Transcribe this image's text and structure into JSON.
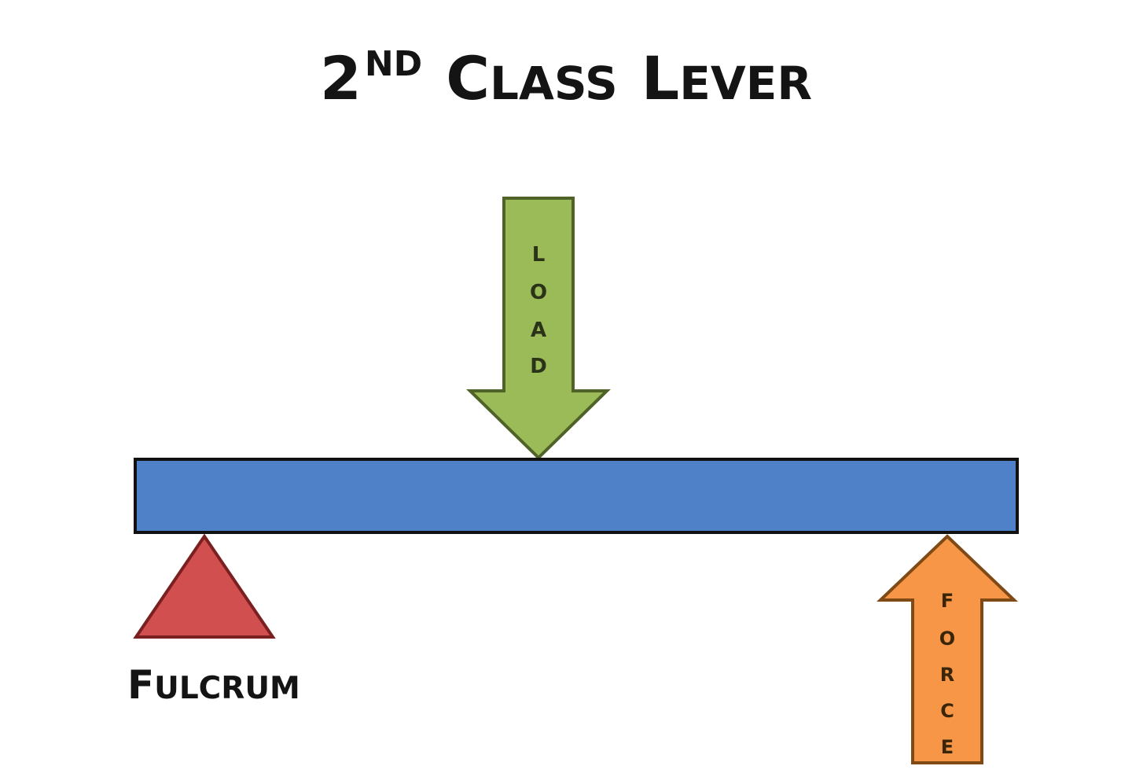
{
  "title": {
    "number": "2",
    "superscript": "ND",
    "word1_initial": "C",
    "word1_rest": "LASS",
    "word2_initial": "L",
    "word2_rest": "EVER"
  },
  "labels": {
    "load": [
      "L",
      "O",
      "A",
      "D"
    ],
    "force": [
      "F",
      "O",
      "R",
      "C",
      "E"
    ],
    "fulcrum_initial": "F",
    "fulcrum_rest": "ULCRUM"
  },
  "colors": {
    "lever": "#4f81c9",
    "lever_stroke": "#111111",
    "load_arrow": "#9bbb59",
    "force_arrow": "#f79646",
    "fulcrum": "#d24f4f"
  }
}
